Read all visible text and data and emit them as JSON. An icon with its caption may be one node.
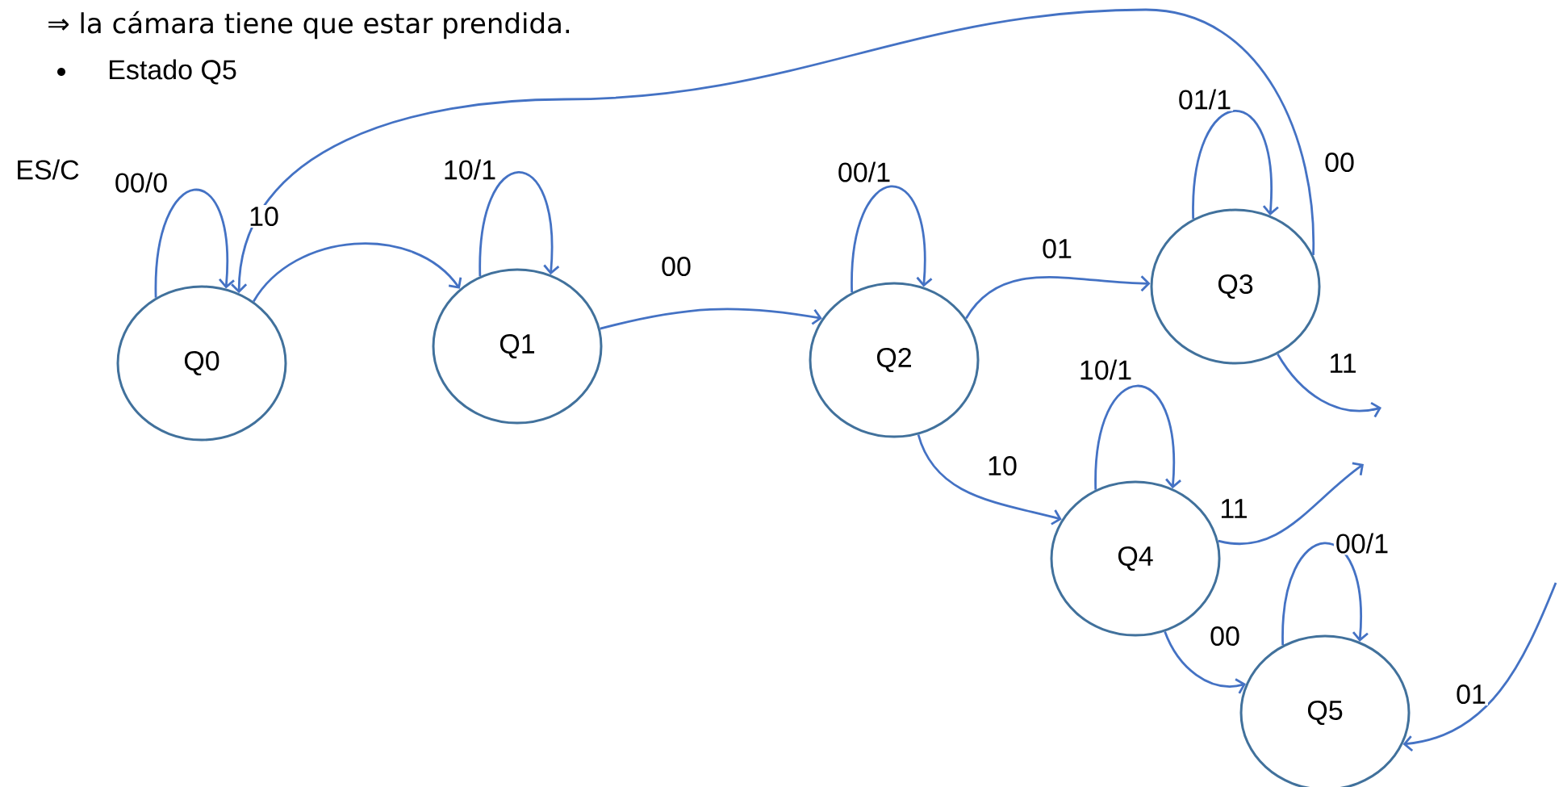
{
  "diagram": {
    "nodes": [
      {
        "text": [
          "Q0"
        ]
      },
      {
        "text": [
          "Q1"
        ]
      },
      {
        "text": [
          "Q2"
        ]
      },
      {
        "text": [
          "Q3"
        ]
      },
      {
        "text": [
          "Q4"
        ]
      },
      {
        "text": [
          "Q5"
        ]
      }
    ],
    "edges": [
      {
        "from": 0,
        "to": 0,
        "arrow": "to",
        "label": "00/0"
      },
      {
        "from": 0,
        "to": 1,
        "arrow": "to",
        "label": "10"
      },
      {
        "from": 1,
        "to": 1,
        "arrow": "to",
        "label": "10/1"
      },
      {
        "from": 1,
        "to": 2,
        "arrow": "to",
        "label": "00"
      },
      {
        "from": 2,
        "to": 2,
        "arrow": "to",
        "label": "00/1"
      },
      {
        "from": 2,
        "to": 3,
        "arrow": "to",
        "label": "01"
      },
      {
        "from": 2,
        "to": 4,
        "arrow": "to",
        "label": "10"
      },
      {
        "from": 3,
        "to": 3,
        "arrow": "to",
        "label": "01/1"
      },
      {
        "from": 3,
        "to": 0,
        "arrow": "to",
        "label": "00"
      },
      {
        "from": 3,
        "to": null,
        "arrow": "to",
        "label": "11"
      },
      {
        "from": 4,
        "to": 4,
        "arrow": "to",
        "label": "10/1"
      },
      {
        "from": 4,
        "to": null,
        "arrow": "to",
        "label": "11"
      },
      {
        "from": 4,
        "to": 5,
        "arrow": "to",
        "label": "00"
      },
      {
        "from": 5,
        "to": 5,
        "arrow": "to",
        "label": "00/1"
      },
      {
        "from": null,
        "to": 5,
        "arrow": "to",
        "label": "01"
      }
    ],
    "labels": [
      "⇒ la cámara tiene que estar prendida.",
      "Estado Q5",
      "ES/C"
    ]
  }
}
